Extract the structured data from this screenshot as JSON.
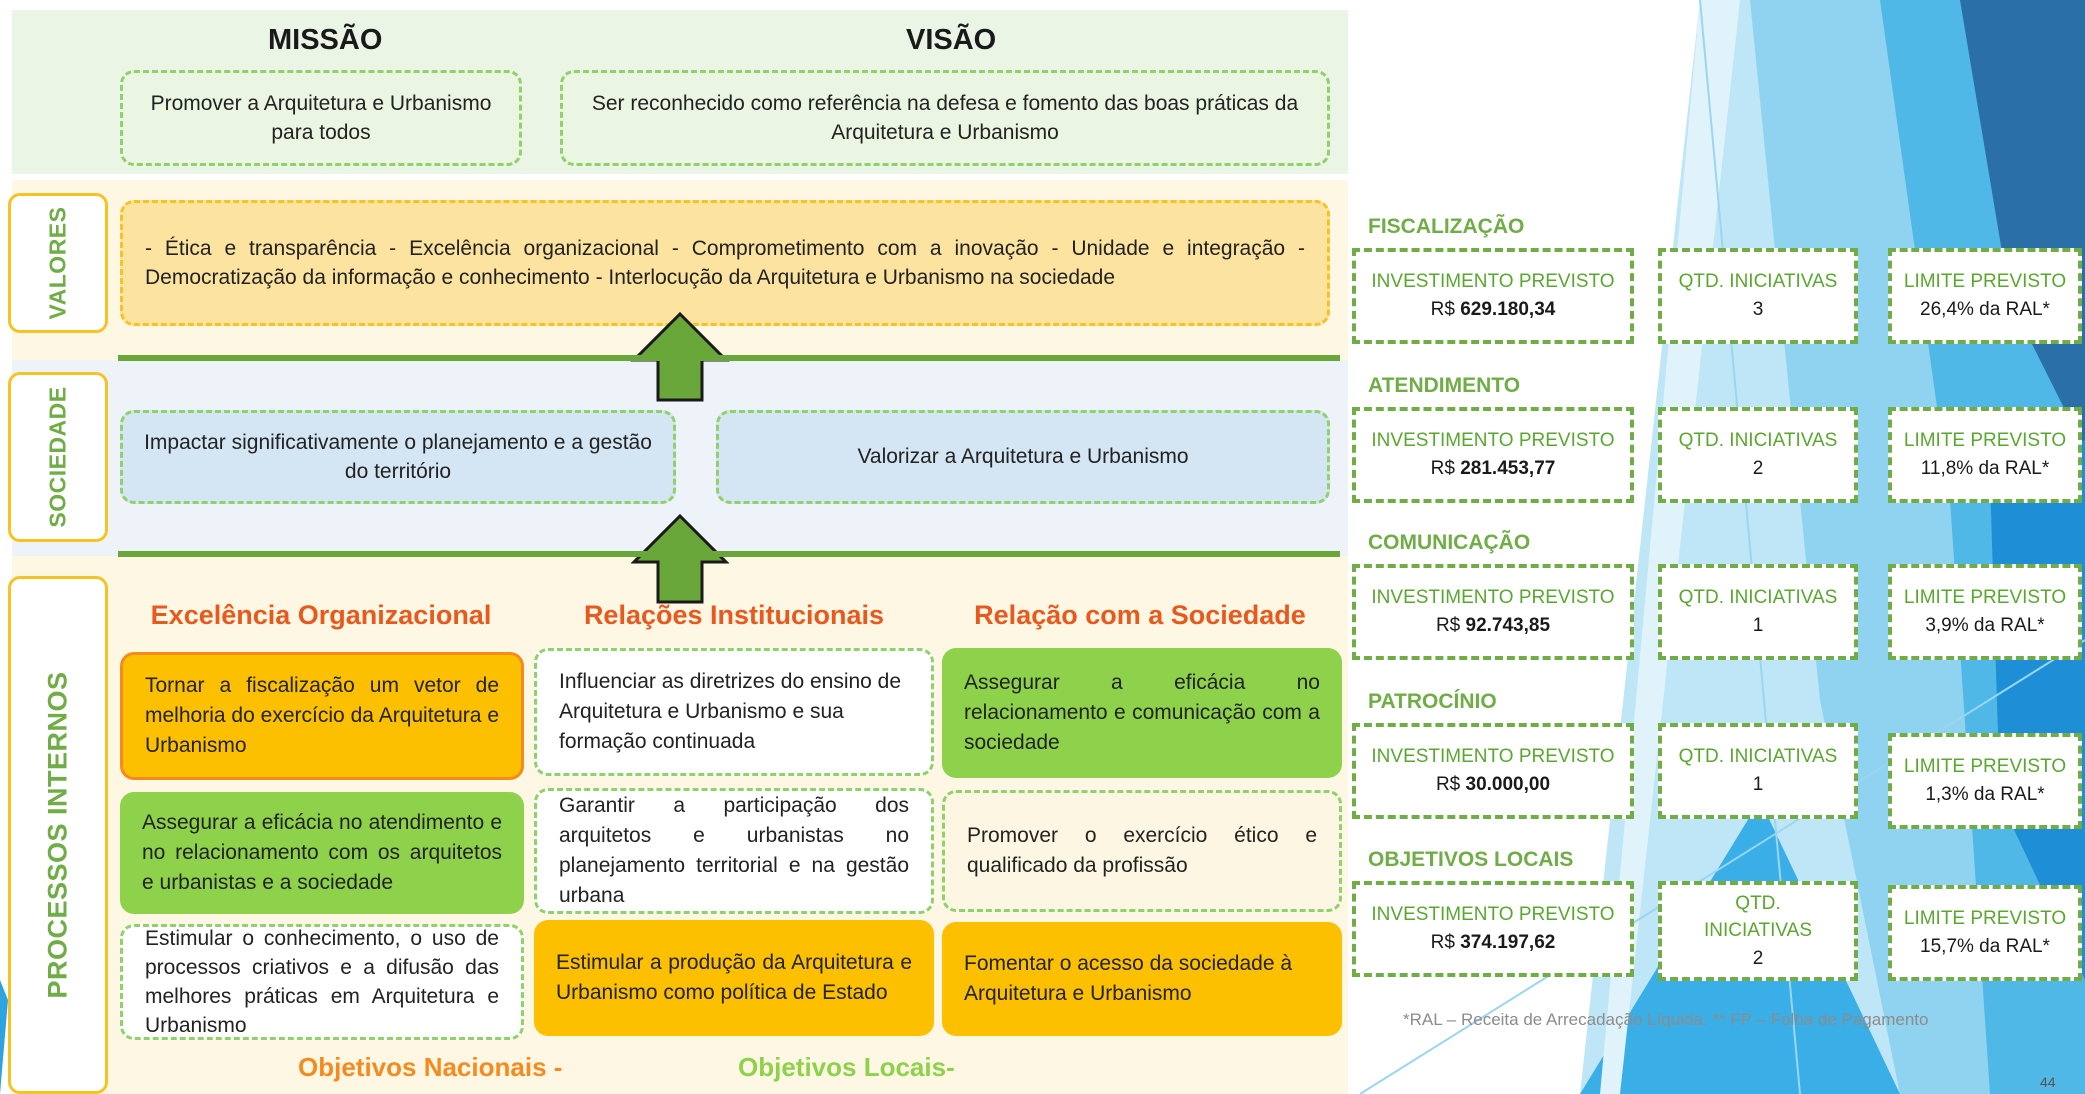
{
  "header": {
    "missao_title": "MISSÃO",
    "visao_title": "VISÃO",
    "missao_text": "Promover a Arquitetura e Urbanismo para todos",
    "visao_text": "Ser reconhecido como referência na defesa e fomento das boas práticas da Arquitetura e Urbanismo"
  },
  "side_labels": {
    "valores": "VALORES",
    "sociedade": "SOCIEDADE",
    "processos": "PROCESSOS INTERNOS"
  },
  "valores_text": "- Ética e transparência - Excelência organizacional - Comprometimento com a inovação - Unidade e integração - Democratização da informação e conhecimento - Interlocução da Arquitetura e Urbanismo na sociedade",
  "sociedade": {
    "left": "Impactar significativamente o planejamento e a gestão do território",
    "right": "Valorizar a Arquitetura e Urbanismo"
  },
  "processos": {
    "columns": [
      {
        "title": "Excelência Organizacional",
        "items": [
          "Tornar a fiscalização um vetor de melhoria do exercício da Arquitetura e Urbanismo",
          "Assegurar a eficácia no atendimento e no relacionamento com os arquitetos e urbanistas e a sociedade",
          "Estimular o conhecimento, o uso de processos criativos e a difusão das melhores práticas em Arquitetura e Urbanismo"
        ]
      },
      {
        "title": "Relações Institucionais",
        "items": [
          "Influenciar as diretrizes do ensino de Arquitetura e Urbanismo e sua formação continuada",
          "Garantir a participação dos arquitetos e urbanistas no planejamento territorial e na gestão urbana",
          "Estimular a produção da Arquitetura e Urbanismo como política de Estado"
        ]
      },
      {
        "title": "Relação com a Sociedade",
        "items": [
          "Assegurar a eficácia no relacionamento e comunicação com a sociedade",
          "Promover o exercício ético e qualificado da profissão",
          "Fomentar o acesso da sociedade à Arquitetura e Urbanismo"
        ]
      }
    ]
  },
  "legend": {
    "nacionais": "Objetivos Nacionais",
    "nacionais_dash": " -",
    "locais": "Objetivos Locais",
    "locais_dash": "-"
  },
  "sections": [
    {
      "title": "FISCALIZAÇÃO",
      "inv_label": "INVESTIMENTO PREVISTO",
      "inv_prefix": "R$ ",
      "inv_value": "629.180,34",
      "qtd_label": "QTD. INICIATIVAS",
      "qtd_value": "3",
      "lim_label": "LIMITE PREVISTO",
      "lim_value": "26,4% da RAL*"
    },
    {
      "title": "ATENDIMENTO",
      "inv_label": "INVESTIMENTO PREVISTO",
      "inv_prefix": "R$ ",
      "inv_value": "281.453,77",
      "qtd_label": "QTD. INICIATIVAS",
      "qtd_value": "2",
      "lim_label": "LIMITE PREVISTO",
      "lim_value": "11,8% da RAL*"
    },
    {
      "title": "COMUNICAÇÃO",
      "inv_label": "INVESTIMENTO PREVISTO",
      "inv_prefix": "R$ ",
      "inv_value": "92.743,85",
      "qtd_label": "QTD. INICIATIVAS",
      "qtd_value": "1",
      "lim_label": "LIMITE PREVISTO",
      "lim_value": "3,9% da RAL*"
    },
    {
      "title": "PATROCÍNIO",
      "inv_label": "INVESTIMENTO PREVISTO",
      "inv_prefix": "R$ ",
      "inv_value": "30.000,00",
      "qtd_label": "QTD. INICIATIVAS",
      "qtd_value": "1",
      "lim_label": "LIMITE PREVISTO",
      "lim_value": "1,3% da RAL*"
    },
    {
      "title": "OBJETIVOS LOCAIS",
      "inv_label": "INVESTIMENTO PREVISTO",
      "inv_prefix": "R$ ",
      "inv_value": "374.197,62",
      "qtd_label": "QTD. INICIATIVAS",
      "qtd_value": "2",
      "lim_label": "LIMITE PREVISTO",
      "lim_value": "15,7% da RAL*"
    }
  ],
  "footnote": "*RAL – Receita de Arrecadação Líquida. ** FP – Folha de Pagamento",
  "page_number": "44"
}
